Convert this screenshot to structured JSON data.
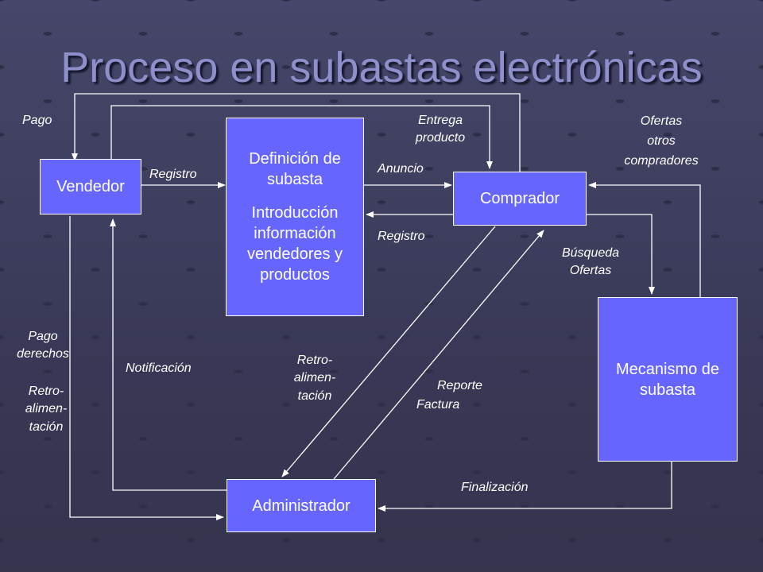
{
  "title": "Proceso en subastas electrónicas",
  "nodes": {
    "vendedor": "Vendedor",
    "definicion": {
      "line1": "Definición de subasta",
      "line2": "Introducción información vendedores y productos"
    },
    "comprador": "Comprador",
    "mecanismo": "Mecanismo de subasta",
    "administrador": "Administrador"
  },
  "edge_labels": {
    "pago": "Pago",
    "registro_vendedor": "Registro",
    "entrega_producto": "Entrega\nproducto",
    "anuncio": "Anuncio",
    "registro_comprador": "Registro",
    "ofertas_otros": "Ofertas\notros\ncompradores",
    "busqueda_ofertas": "Búsqueda\nOfertas",
    "pago_derechos": "Pago\nderechos",
    "retro_vendedor": "Retro-\nalimen-\ntación",
    "notificacion": "Notificación",
    "retro_comprador": "Retro-\nalimen-\ntación",
    "reporte": "Reporte",
    "factura": "Factura",
    "finalizacion": "Finalización"
  },
  "colors": {
    "box_fill": "#6666ff",
    "line": "#ffffff",
    "title": "#8f8fcc",
    "background": "#3d3d5c"
  }
}
